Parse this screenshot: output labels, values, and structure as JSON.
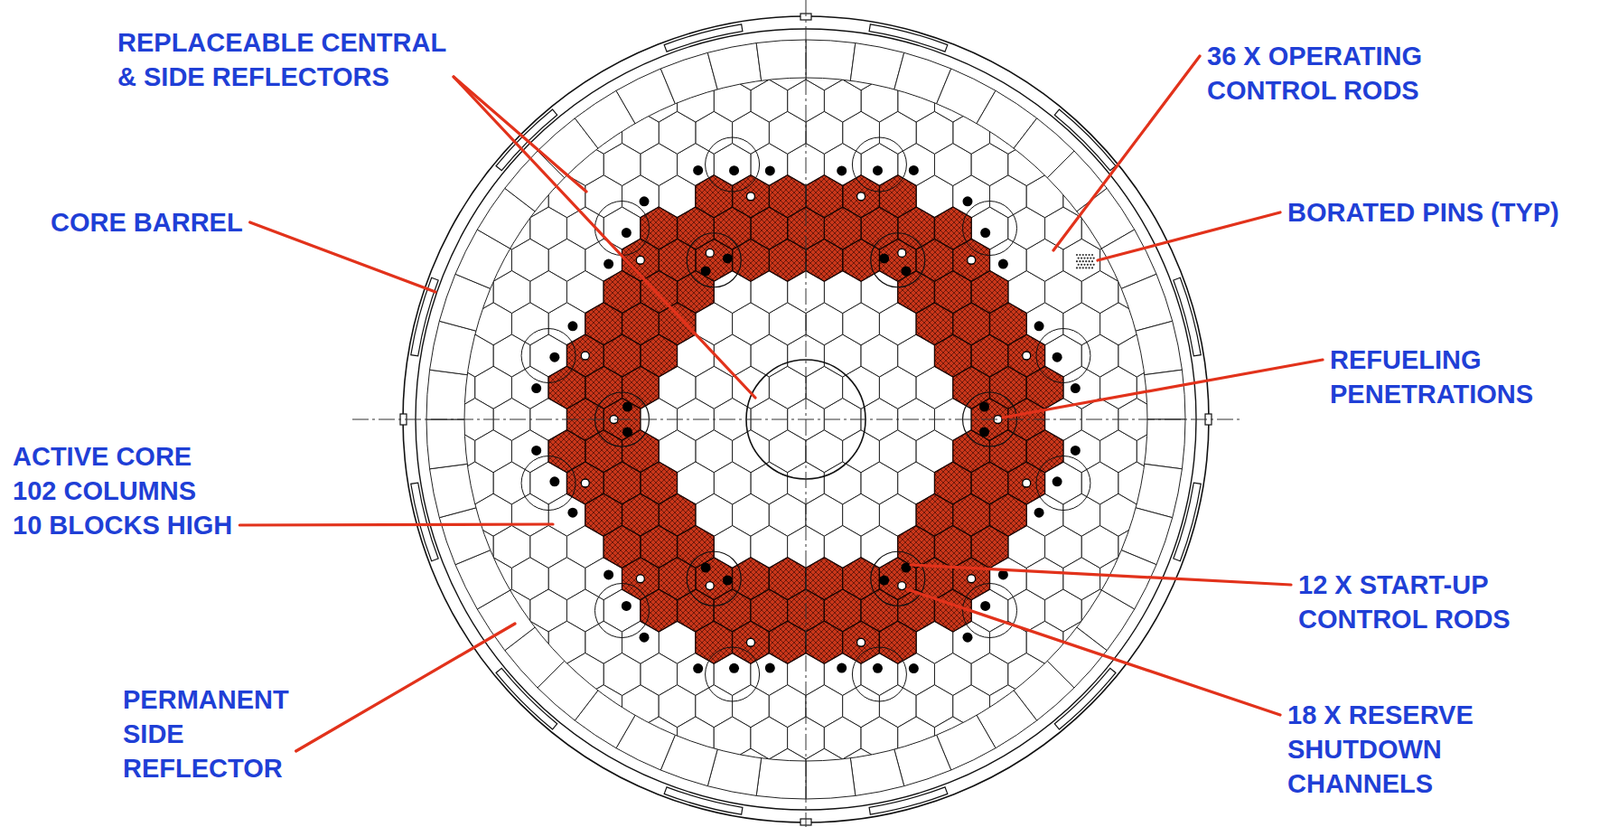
{
  "diagram": {
    "labels": [
      "REPLACEABLE CENTRAL & SIDE REFLECTORS",
      "36 X OPERATING CONTROL RODS",
      "CORE BARREL",
      "BORATED PINS (TYP)",
      "REFUELING PENETRATIONS",
      "ACTIVE CORE 102 COLUMNS 10 BLOCKS HIGH",
      "12 X START-UP CONTROL RODS",
      "PERMANENT SIDE REFLECTOR",
      "18 X RESERVE SHUTDOWN CHANNELS"
    ]
  }
}
